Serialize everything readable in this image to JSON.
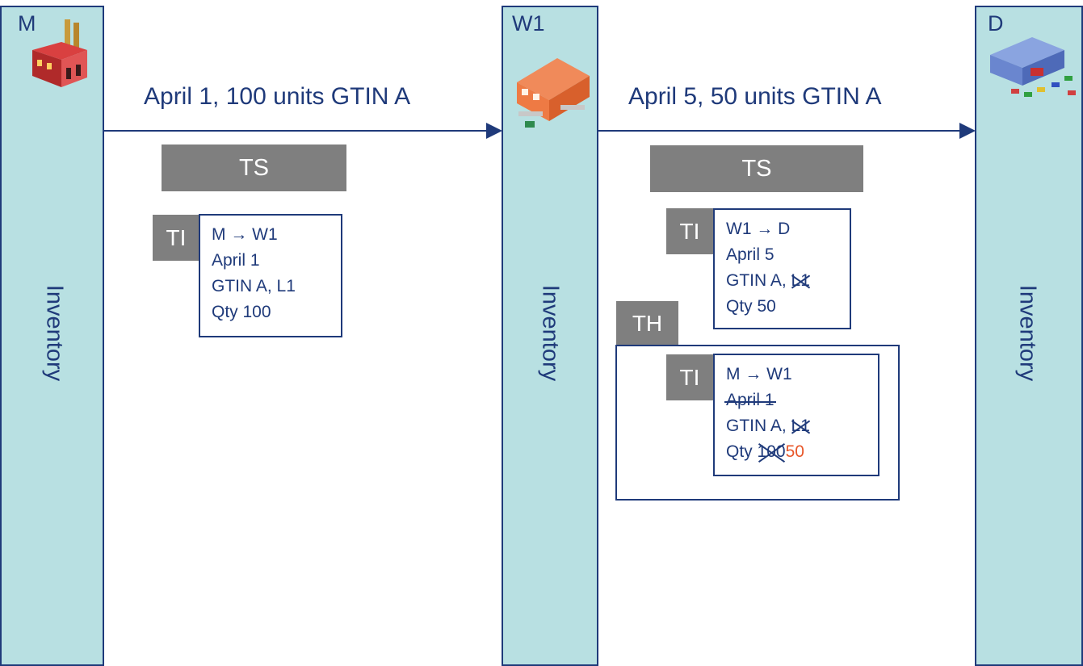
{
  "nodes": [
    {
      "label": "M",
      "icon": "factory-icon",
      "inventory": "Inventory"
    },
    {
      "label": "W1",
      "icon": "warehouse-icon",
      "inventory": "Inventory"
    },
    {
      "label": "D",
      "icon": "distributor-icon",
      "inventory": "Inventory"
    }
  ],
  "flows": [
    {
      "label": "April 1, 100 units GTIN A"
    },
    {
      "label": "April 5, 50 units GTIN A"
    }
  ],
  "ts_label": "TS",
  "ti_label": "TI",
  "th_label": "TH",
  "ti1": {
    "line1": "M → W1",
    "line2": "April 1",
    "line3": "GTIN A, L1",
    "line4": "Qty 100"
  },
  "ti2": {
    "line1": "W1 → D",
    "line2": "April 5",
    "line3_prefix": "GTIN A, ",
    "line3_struck": "L1",
    "line4": "Qty 50"
  },
  "ti3": {
    "line1": "M → W1",
    "line2_struck": "April 1",
    "line3_prefix": "GTIN A, ",
    "line3_struck": "L1",
    "line4_prefix": "Qty ",
    "line4_struck": "100",
    "line4_new": "50"
  },
  "colors": {
    "column_fill": "#b8e0e2",
    "line": "#1f3a7a",
    "tab_fill": "#7f7f7f",
    "highlight": "#e8572a"
  }
}
